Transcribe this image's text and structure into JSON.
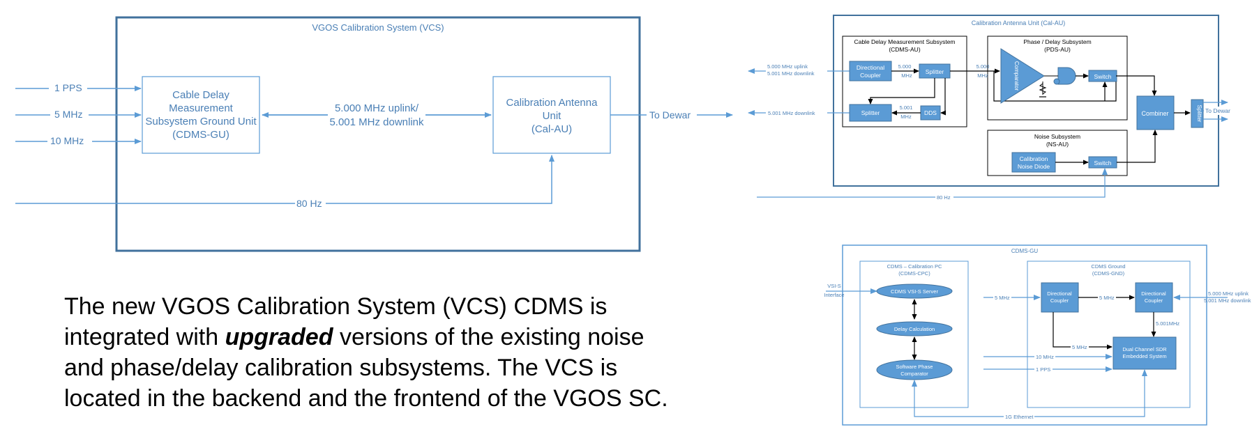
{
  "vcs": {
    "title": "VGOS Calibration System (VCS)",
    "inputs": [
      "1 PPS",
      "5 MHz",
      "10 MHz"
    ],
    "cdms_gu": [
      "Cable Delay",
      "Measurement",
      "Subsystem Ground Unit",
      "(CDMS-GU)"
    ],
    "link": [
      "5.000 MHz uplink/",
      "5.001 MHz downlink"
    ],
    "cal_au": [
      "Calibration Antenna",
      "Unit",
      "(Cal-AU)"
    ],
    "to_dewar": "To Dewar",
    "hz80": "80 Hz"
  },
  "calau": {
    "title": "Calibration Antenna Unit (Cal-AU)",
    "cdms_title": [
      "Cable Delay Measurement Subsystem",
      "(CDMS-AU)"
    ],
    "pds_title": [
      "Phase / Delay Subsystem",
      "(PDS-AU)"
    ],
    "ns_title": [
      "Noise Subsystem",
      "(NS-AU)"
    ],
    "uplink_label": [
      "5.000 MHz uplink",
      "5.001 MHz downlink"
    ],
    "downlink_label": "5.001 MHz downlink",
    "directional_coupler": [
      "Directional",
      "Coupler"
    ],
    "splitter": "Splitter",
    "dds": "DDS",
    "f5000": [
      "5.000",
      "MHz"
    ],
    "f5001": [
      "5.001",
      "MHz"
    ],
    "f5000b": [
      "5.000",
      "MHz"
    ],
    "comparator": "Comparator",
    "switch": "Switch",
    "combiner": "Combiner",
    "vsplitter": "Splitter",
    "noise_diode": [
      "Calibration",
      "Noise Diode"
    ],
    "to_dewar": "To Dewar",
    "hz80": "80 Hz"
  },
  "cdmsgu": {
    "title": "CDMS-GU",
    "cpc_title": [
      "CDMS – Calibration PC",
      "(CDMS-CPC)"
    ],
    "gnd_title": [
      "CDMS Ground",
      "(CDMS-GND)"
    ],
    "vsi_label": [
      "VSI-S",
      "Interface"
    ],
    "vsi_server": "CDMS VSI-S Server",
    "delay_calc": "Delay Calculation",
    "sw_phase": [
      "Software Phase",
      "Comparator"
    ],
    "directional_coupler": [
      "Directional",
      "Coupler"
    ],
    "mhz5": "5 MHz",
    "mhz5001": "5.001MHz",
    "mhz10": "10 MHz",
    "pps": "1 PPS",
    "sdr": [
      "Dual Channel SDR",
      "Embedded System"
    ],
    "ethernet": "1G Ethernet",
    "right_label": [
      "5.000 MHz uplink",
      "5.001 MHz downlink"
    ]
  },
  "caption": {
    "line1": "The new VGOS Calibration System (VCS) CDMS is",
    "line2_pre": "integrated with ",
    "line2_em": "upgraded",
    "line2_post": " versions of the existing noise",
    "line3": "and phase/delay calibration subsystems.  The VCS is",
    "line4": "located in the backend and the frontend of the VGOS SC."
  },
  "colors": {
    "line": "#5b9bd5",
    "fill": "#5b9bd5",
    "dark": "#000000",
    "border": "#41719c"
  }
}
